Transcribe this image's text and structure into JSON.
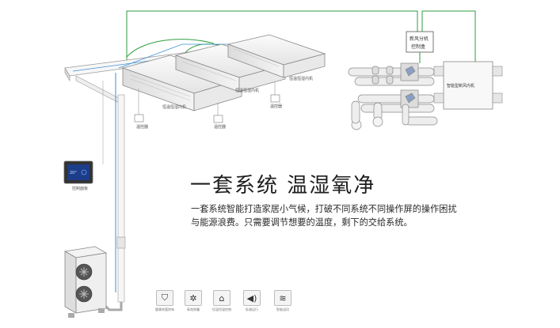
{
  "headline": "一套系统 温湿氧净",
  "description": "一套系统智能打造家居小气候，打破不同系统不同操作屏的操作困扰与能源浪费。只需要调节想要的温度，剩下的交给系统。",
  "labels": {
    "fresh_air_controller_line1": "新风分机",
    "fresh_air_controller_line2": "控制盒",
    "fresh_air_unit": "智能型新风内机",
    "indoor_unit_1": "恒温恒湿内机",
    "indoor_unit_2": "恒温恒湿内机",
    "indoor_unit_3": "恒温恒湿内机",
    "thermostat_1": "温控器",
    "thermostat_2": "温控器",
    "thermostat_3": "温控器",
    "panel": "控制面板"
  },
  "features": [
    {
      "icon": "shield-icon",
      "label": "健康除菌除味"
    },
    {
      "icon": "dust-icon",
      "label": "高效除霾"
    },
    {
      "icon": "house-icon",
      "label": "恒温恒湿控制"
    },
    {
      "icon": "speaker-icon",
      "label": "低噪运行"
    },
    {
      "icon": "wind-icon",
      "label": "智能送风"
    }
  ],
  "colors": {
    "wire_green": "#2e9e3e",
    "pipe_blue": "#3a8fd6",
    "line_gray": "#9a9a9a",
    "screen": "#1c3d8a"
  }
}
